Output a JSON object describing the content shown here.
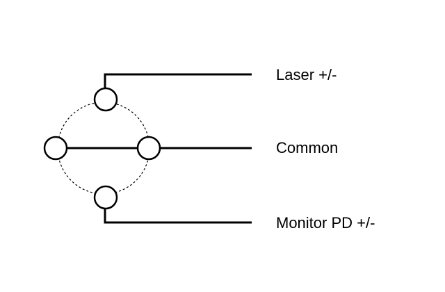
{
  "colors": {
    "line": "#000000",
    "pin_fill": "#ffffff",
    "text": "#000000"
  },
  "labels": {
    "laser": "Laser +/-",
    "common": "Common",
    "monitor": "Monitor PD +/-"
  },
  "icons": {
    "pin": "circle-pin-icon",
    "ring": "dashed-circle-icon"
  }
}
